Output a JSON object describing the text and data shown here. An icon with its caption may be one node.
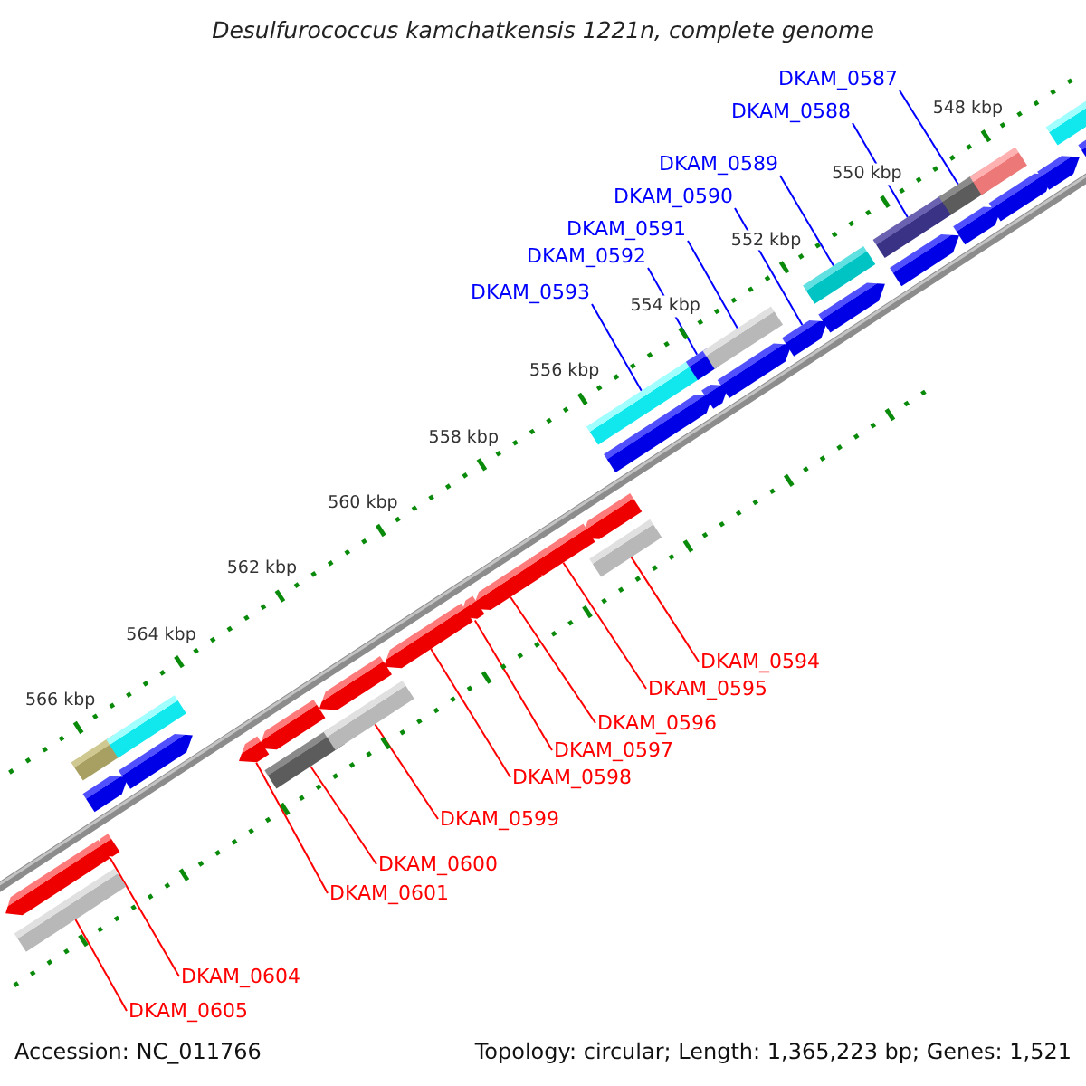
{
  "diagram": {
    "title": "Desulfurococcus kamchatkensis 1221n, complete genome",
    "nodes": [
      {
        "text": [
          "DKAM_0587"
        ]
      },
      {
        "text": [
          "DKAM_0588"
        ]
      },
      {
        "text": [
          "DKAM_0589"
        ]
      },
      {
        "text": [
          "DKAM_0590"
        ]
      },
      {
        "text": [
          "DKAM_0591"
        ]
      },
      {
        "text": [
          "DKAM_0592"
        ]
      },
      {
        "text": [
          "DKAM_0593"
        ]
      },
      {
        "text": [
          "DKAM_0594"
        ]
      },
      {
        "text": [
          "DKAM_0595"
        ]
      },
      {
        "text": [
          "DKAM_0596"
        ]
      },
      {
        "text": [
          "DKAM_0597"
        ]
      },
      {
        "text": [
          "DKAM_0598"
        ]
      },
      {
        "text": [
          "DKAM_0599"
        ]
      },
      {
        "text": [
          "DKAM_0600"
        ]
      },
      {
        "text": [
          "DKAM_0601"
        ]
      },
      {
        "text": [
          "DKAM_0604"
        ]
      },
      {
        "text": [
          "DKAM_0605"
        ]
      },
      {
        "text": [],
        "shape": "arrow"
      },
      {
        "text": [],
        "shape": "arrow"
      },
      {
        "text": [],
        "shape": "box"
      },
      {
        "text": [],
        "shape": "box"
      },
      {
        "text": [],
        "shape": "arrow"
      },
      {
        "text": [],
        "shape": "arrow"
      },
      {
        "text": [],
        "shape": "box"
      },
      {
        "text": [],
        "shape": "arrow"
      },
      {
        "text": [],
        "shape": "arrow"
      },
      {
        "text": [],
        "shape": "arrow"
      },
      {
        "text": [],
        "shape": "box"
      },
      {
        "text": [],
        "shape": "arrow"
      },
      {
        "text": [],
        "shape": "box"
      },
      {
        "text": [],
        "shape": "arrow"
      },
      {
        "text": [],
        "shape": "arrow"
      },
      {
        "text": [],
        "shape": "arrow"
      },
      {
        "text": [],
        "shape": "arrow"
      },
      {
        "text": [],
        "shape": "arrow"
      },
      {
        "text": [],
        "shape": "box"
      },
      {
        "text": [],
        "shape": "box"
      },
      {
        "text": [],
        "shape": "arrow"
      },
      {
        "text": [],
        "shape": "box"
      },
      {
        "text": [],
        "shape": "arrow"
      },
      {
        "text": [],
        "shape": "box"
      },
      {
        "text": [],
        "shape": "arrow"
      },
      {
        "text": [],
        "shape": "arrow"
      },
      {
        "text": [],
        "shape": "box"
      },
      {
        "text": [],
        "shape": "arrow"
      },
      {
        "text": [],
        "shape": "box"
      },
      {
        "text": [],
        "shape": "arrow"
      },
      {
        "text": [],
        "shape": "box"
      },
      {
        "text": [],
        "shape": "arrow"
      },
      {
        "text": [],
        "shape": "box"
      },
      {
        "text": [],
        "shape": "arrow"
      },
      {
        "text": [],
        "shape": "arrow"
      },
      {
        "text": [],
        "shape": "box"
      },
      {
        "text": [],
        "shape": "arrow"
      }
    ],
    "edges": [
      {
        "from": 0,
        "to": 47,
        "arrow": "none",
        "color": "#0000ff"
      },
      {
        "from": 1,
        "to": 45,
        "arrow": "none",
        "color": "#0000ff"
      },
      {
        "from": 2,
        "to": 43,
        "arrow": "none",
        "color": "#0000ff"
      },
      {
        "from": 3,
        "to": 42,
        "arrow": "none",
        "color": "#0000ff"
      },
      {
        "from": 4,
        "to": 40,
        "arrow": "none",
        "color": "#0000ff"
      },
      {
        "from": 5,
        "to": 38,
        "arrow": "none",
        "color": "#0000ff"
      },
      {
        "from": 6,
        "to": 36,
        "arrow": "none",
        "color": "#0000ff"
      },
      {
        "from": 7,
        "to": 35,
        "arrow": "none"
      },
      {
        "from": 8,
        "to": 33,
        "arrow": "none"
      },
      {
        "from": 9,
        "to": 32,
        "arrow": "none"
      },
      {
        "from": 10,
        "to": 31,
        "arrow": "none"
      },
      {
        "from": 11,
        "to": 30,
        "arrow": "none"
      },
      {
        "from": 12,
        "to": 29,
        "arrow": "none"
      },
      {
        "from": 13,
        "to": 27,
        "arrow": "none"
      },
      {
        "from": 14,
        "to": 25,
        "arrow": "none"
      },
      {
        "from": 15,
        "to": 21,
        "arrow": "none"
      },
      {
        "from": 16,
        "to": 19,
        "arrow": "none"
      }
    ],
    "labels": [
      "548 kbp",
      "550 kbp",
      "552 kbp",
      "554 kbp",
      "556 kbp",
      "558 kbp",
      "560 kbp",
      "562 kbp",
      "564 kbp",
      "566 kbp",
      "Accession: NC_011766",
      "Topology: circular; Length: 1,365,223 bp; Genes: 1,521"
    ]
  }
}
